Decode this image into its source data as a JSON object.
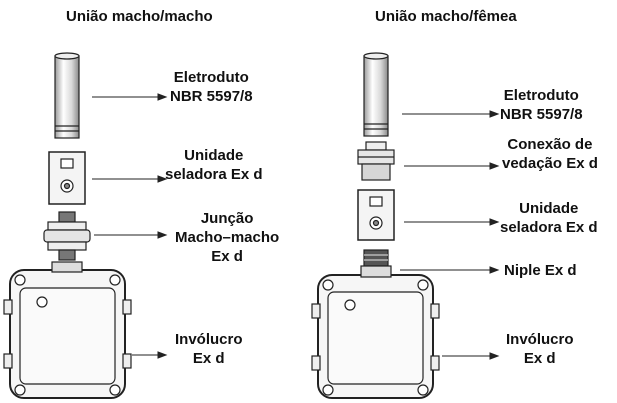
{
  "left": {
    "title": "União macho/macho",
    "labels": {
      "eletroduto": [
        "Eletroduto",
        "NBR 5597/8"
      ],
      "unidade": [
        "Unidade",
        "seladora  Ex d"
      ],
      "juncao": [
        "Junção",
        "Macho–macho",
        "Ex d"
      ],
      "involucro": [
        "Invólucro",
        "Ex d"
      ]
    }
  },
  "right": {
    "title": "União macho/fêmea",
    "labels": {
      "eletroduto": [
        "Eletroduto",
        "NBR 5597/8"
      ],
      "conexao": [
        "Conexão de",
        "vedação Ex d"
      ],
      "unidade": [
        "Unidade",
        "seladora Ex d"
      ],
      "niple": [
        "Niple Ex d"
      ],
      "involucro": [
        "Invólucro",
        "Ex d"
      ]
    }
  },
  "colors": {
    "line": "#222222",
    "fill": "#f2f2f2",
    "dark": "#555555"
  }
}
